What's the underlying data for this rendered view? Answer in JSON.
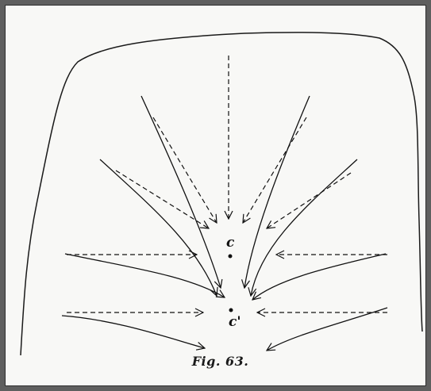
{
  "figure": {
    "caption": "Fig. 63.",
    "labels": {
      "upper_point": "c",
      "lower_point": "c'"
    }
  }
}
